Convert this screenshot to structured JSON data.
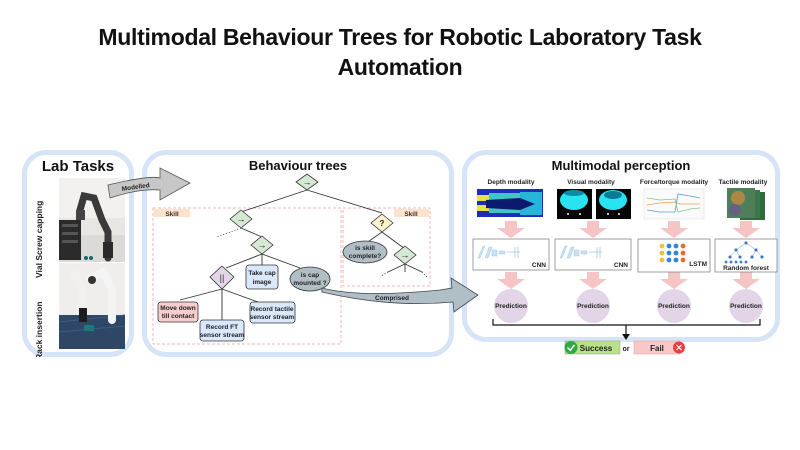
{
  "title": {
    "line1": "Multimodal Behaviour Trees for Robotic Laboratory Task",
    "line2": "Automation"
  },
  "lab_tasks": {
    "heading": "Lab Tasks",
    "photos": [
      {
        "label": "Vial Screw capping"
      },
      {
        "label": "Rack insertion"
      }
    ]
  },
  "arrows": {
    "modelled": "Modelled",
    "comprised": "Comprised"
  },
  "behaviour_trees": {
    "heading": "Behaviour trees",
    "skill_label": "Skill",
    "nodes": {
      "root": "→",
      "seq1": "→",
      "seq2": "→",
      "parallel": "||",
      "fallback": "?",
      "seq3": "→",
      "take_cap_image": "Take cap image",
      "is_cap_mounted": "is cap mounted ?",
      "move_down": "Move down till contact",
      "record_ft": "Record FT sensor stream",
      "record_tactile": "Record tactile sensor stream",
      "is_skill_complete": "is skill complete?"
    },
    "take_cap_image_lines": [
      "Take cap",
      "image"
    ],
    "is_cap_mounted_lines": [
      "is cap",
      "mounted ?"
    ],
    "move_down_lines": [
      "Move down",
      "till contact"
    ],
    "record_ft_lines": [
      "Record FT",
      "sensor stream"
    ],
    "record_tactile_lines": [
      "Record tactile",
      "sensor stream"
    ],
    "is_skill_complete_lines": [
      "is skill",
      "complete?"
    ]
  },
  "perception": {
    "heading": "Multimodal perception",
    "modalities": [
      {
        "name": "Depth modality",
        "model": "CNN",
        "output": "Prediction"
      },
      {
        "name": "Visual modality",
        "model": "CNN",
        "output": "Prediction"
      },
      {
        "name": "Force/torque modality",
        "model": "LSTM",
        "output": "Prediction"
      },
      {
        "name": "Tactile modality",
        "model": "Random forest",
        "output": "Prediction"
      }
    ]
  },
  "outcome": {
    "success": "Success",
    "or": "or",
    "fail": "Fail"
  },
  "colors": {
    "panel_border": "#d6e4f7",
    "sequence_node": "#d5e8d4",
    "fallback_node": "#fff2cc",
    "parallel_node": "#e1d5e7",
    "action_node": "#dae8fc",
    "failure_action": "#f8cecc",
    "condition_node": "#b0bec5",
    "skill_border": "#f4a3a3",
    "skill_tag": "#fde3cc",
    "flow_arrow": "#f6c4c4",
    "prediction": "#e1d5e7",
    "success": "#b9e08a",
    "fail": "#f8c8c8"
  }
}
